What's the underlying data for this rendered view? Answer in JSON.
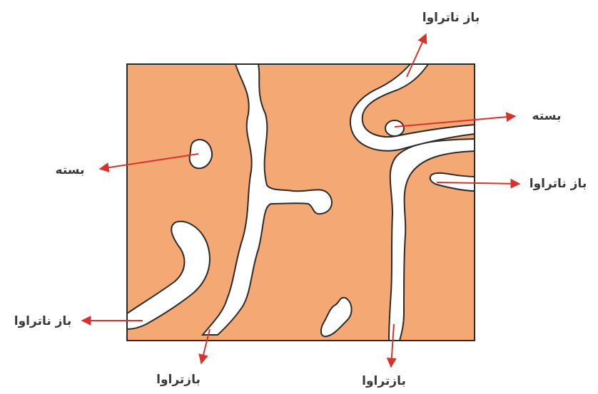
{
  "diagram": {
    "colors": {
      "material": "#f4a874",
      "pore": "#ffffff",
      "outline": "#2b2b2b",
      "arrow": "#d9322d",
      "text": "#3a3a3a"
    },
    "labels": {
      "open_top": "باز ناتراوا",
      "closed_right": "بسته",
      "open_right": "باز ناتراوا",
      "closed_left": "بسته",
      "open_left": "باز ناتراوا",
      "through_bottom_left": "بازتراوا",
      "through_bottom_right": "بازتراوا"
    }
  }
}
